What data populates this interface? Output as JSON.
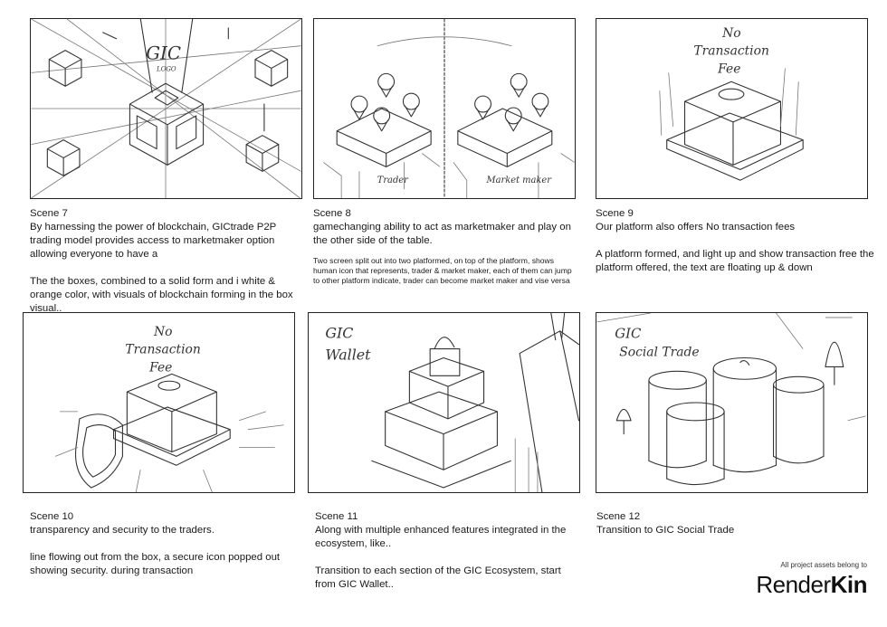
{
  "scenes": [
    {
      "title": "Scene 7",
      "desc": "By harnessing the power of blockchain, GICtrade P2P trading model provides access to marketmaker option allowing everyone to have a",
      "note": "The the boxes, combined to a solid form and i white & orange color, with visuals of blockchain forming in the box visual..",
      "sketch_text": [
        "GIC",
        "LOGO"
      ]
    },
    {
      "title": "Scene 8",
      "desc": "gamechanging ability to act as marketmaker and play on the other side of the table.",
      "small": "Two screen split out into two platformed, on top of the platform, shows human icon that represents, trader & market maker, each of them can jump to other platform indicate, trader can become market maker and vise versa",
      "sketch_text": [
        "Trader",
        "Market maker"
      ]
    },
    {
      "title": "Scene 9",
      "desc": "Our platform also offers No transaction fees",
      "note": "A platform formed, and light up and show transaction free the platform offered, the text are floating up & down",
      "sketch_text": [
        "No",
        "Transaction",
        "Fee"
      ]
    },
    {
      "title": "Scene 10",
      "desc": "transparency and security to the traders.",
      "note": "line flowing out from the box, a secure icon popped out showing security. during transaction",
      "sketch_text": [
        "No",
        "Transaction",
        "Fee"
      ]
    },
    {
      "title": "Scene 11",
      "desc": "Along with multiple enhanced features integrated in the ecosystem, like..",
      "note": "Transition to each section of the GIC Ecosystem, start from GIC Wallet..",
      "sketch_text": [
        "GIC",
        "Wallet"
      ]
    },
    {
      "title": "Scene 12",
      "desc": "Transition to GIC Social Trade",
      "sketch_text": [
        "GIC",
        "Social Trade"
      ]
    }
  ],
  "footer": {
    "note": "All project assets belong to",
    "brand_light": "Render",
    "brand_bold": "Kin"
  }
}
